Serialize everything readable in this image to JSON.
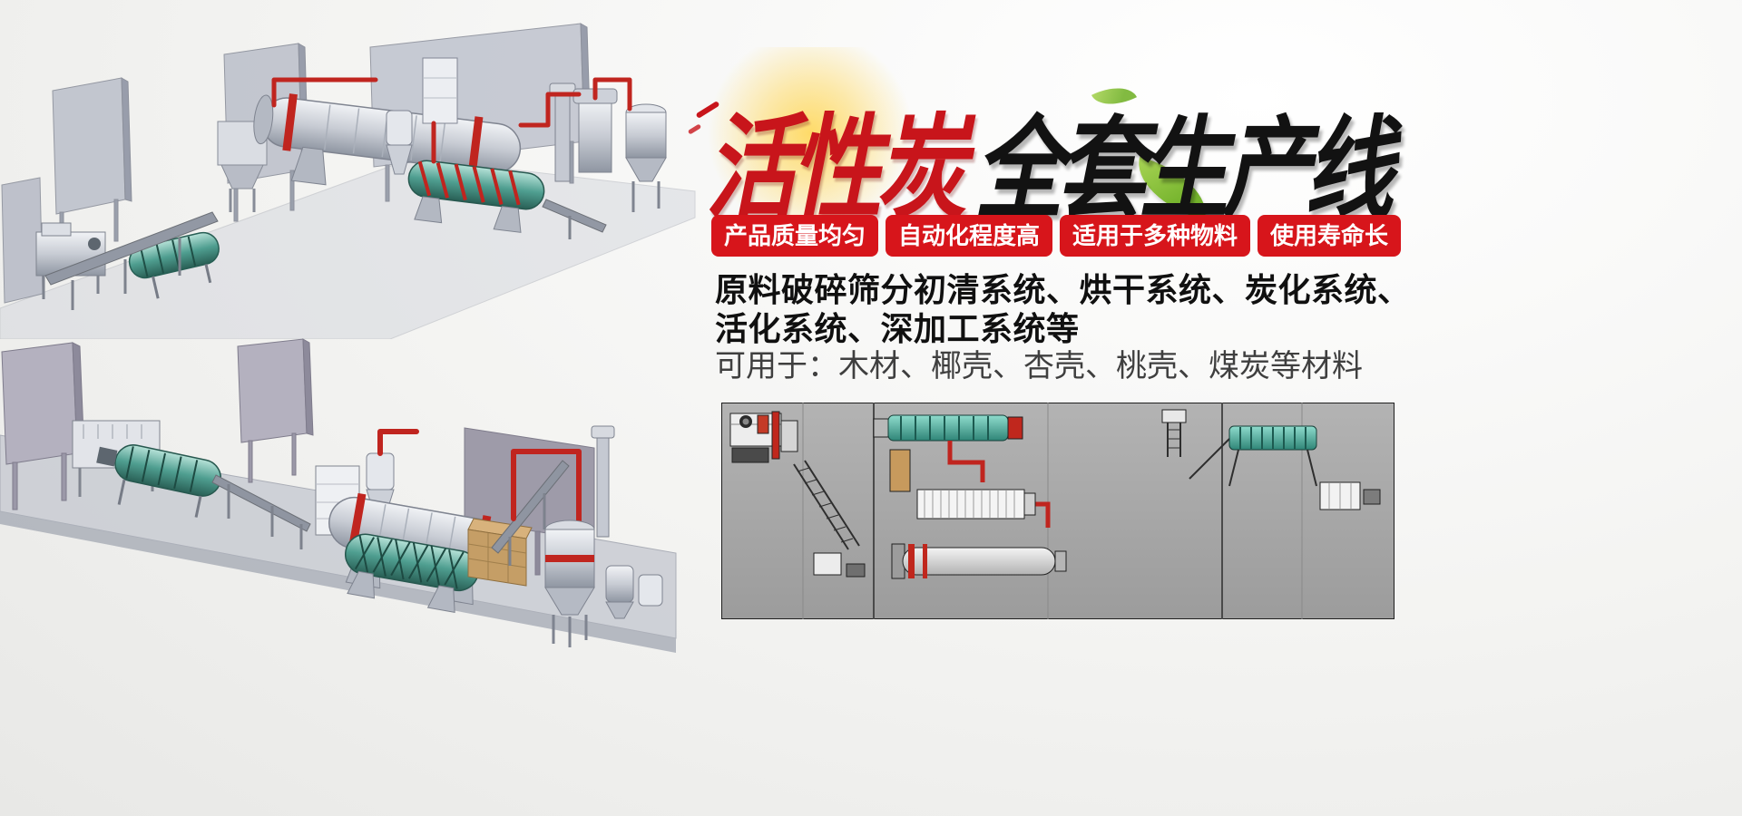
{
  "hero": {
    "title": {
      "red_part": "活性炭",
      "black_part": "全套生产线"
    },
    "badges": [
      {
        "label": "产品质量均匀"
      },
      {
        "label": "自动化程度高"
      },
      {
        "label": "适用于多种物料"
      },
      {
        "label": "使用寿命长"
      }
    ],
    "description": {
      "line1": "原料破碎筛分初清系统、烘干系统、炭化系统、",
      "line2": "活化系统、深加工系统等",
      "materials": "可用于：木材、椰壳、杏壳、桃壳、煤炭等材料"
    }
  },
  "illustrations": {
    "top_render": "3d-production-line-perspective-render",
    "bottom_render": "3d-production-line-closeup-render",
    "layout_diagram": "plant-layout-top-view-diagram"
  },
  "colors": {
    "page_bg": "#f3f3f1",
    "badge_bg": "#d7151b",
    "badge_text": "#ffffff",
    "title_red": "#c8151b",
    "title_dark": "#121212",
    "desc_dark": "#101010",
    "materials_gray": "#3f3f3f",
    "leaf_green": "#74b32c",
    "glow_yellow": "#ffd54f",
    "machine_red": "#c0251f",
    "machine_teal": "#3f978a",
    "diagram_bg": "#a6a6a6"
  }
}
